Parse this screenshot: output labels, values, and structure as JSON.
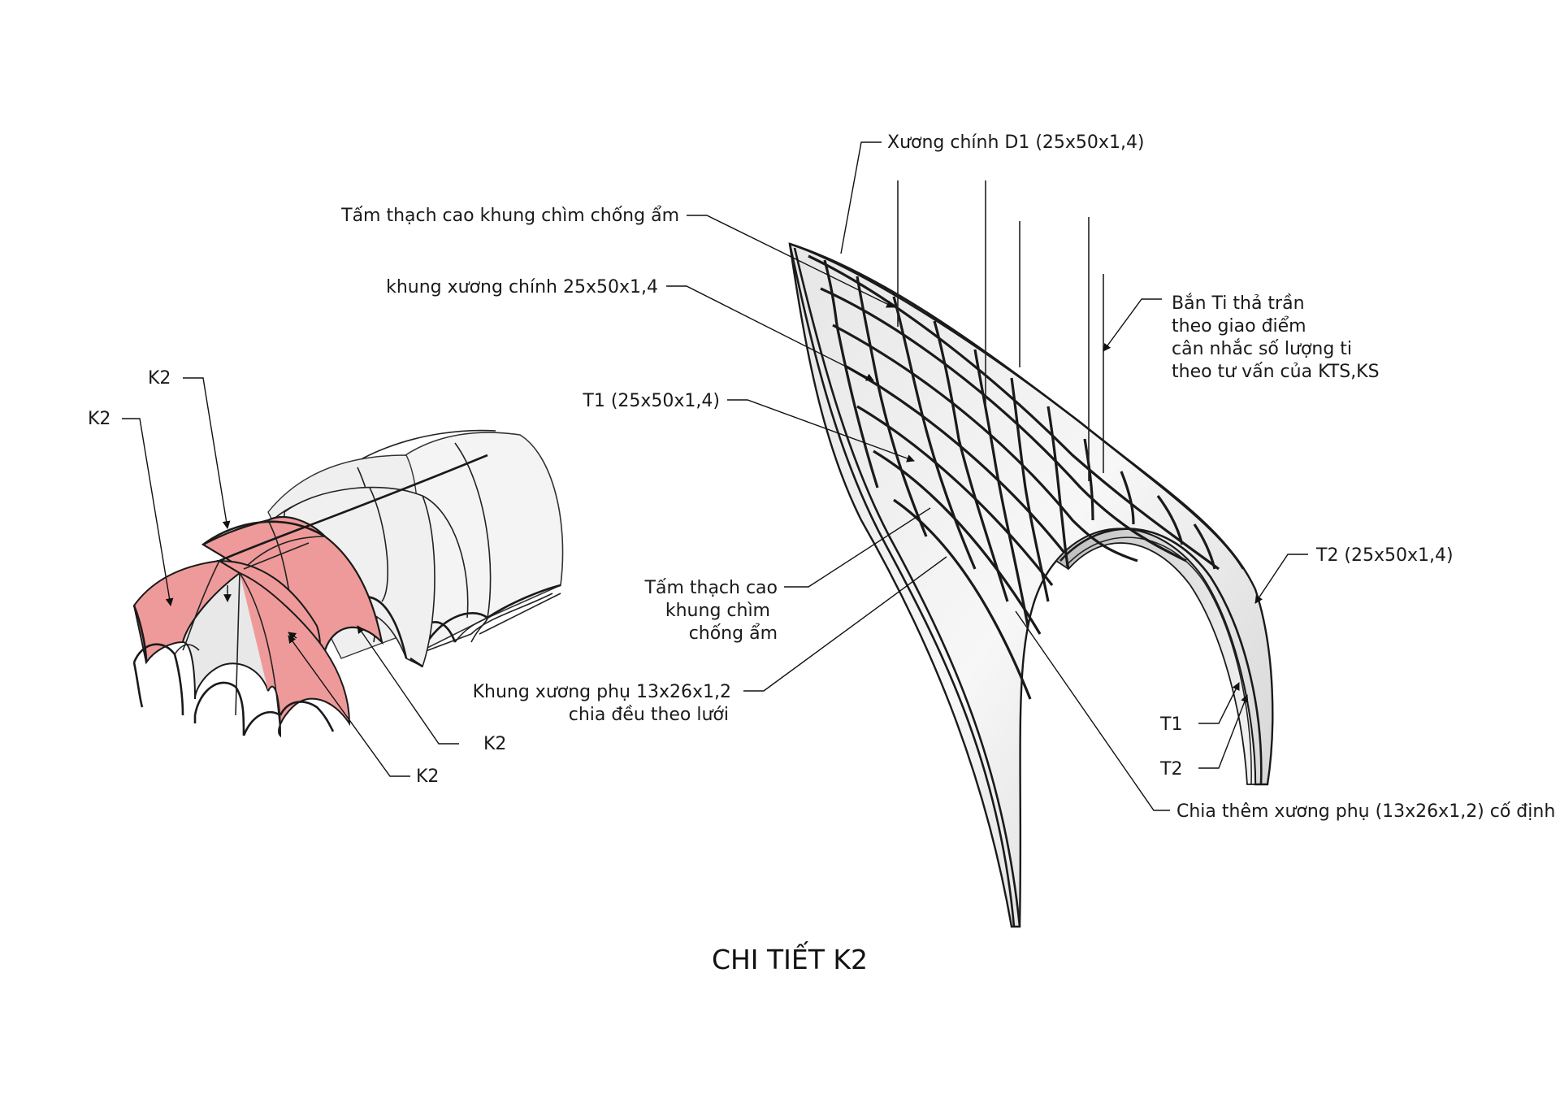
{
  "title": "CHI TIẾT K2",
  "colors": {
    "highlight": "#ef9a9a",
    "highlight_dark": "#d98080",
    "shell_light": "#f3f3f3",
    "shell_mid": "#d9d9d9",
    "frame": "#1a1a1a"
  },
  "left_labels": {
    "k2_a": "K2",
    "k2_b": "K2",
    "k2_c": "K2",
    "k2_d": "K2"
  },
  "right_labels": {
    "main_frame_d1": "Xương chính D1 (25x50x1,4)",
    "gypsum_board_top": "Tấm thạch cao khung chìm chống ẩm",
    "main_frame": "khung xương chính 25x50x1,4",
    "t1_spec": "T1 (25x50x1,4)",
    "hanger_line1": "Bắn Ti thả trần",
    "hanger_line2": "theo giao điểm",
    "hanger_line3": "cân nhắc số lượng ti",
    "hanger_line4": "theo tư vấn của KTS,KS",
    "gypsum_line1": "Tấm thạch cao",
    "gypsum_line2": "khung chìm",
    "gypsum_line3": "chống ẩm",
    "sub_frame_line1": "Khung xương phụ 13x26x1,2",
    "sub_frame_line2": "chia đều theo lưới",
    "t2_spec": "T2 (25x50x1,4)",
    "t1": "T1",
    "t2": "T2",
    "extra_sub_frame": "Chia thêm xương phụ (13x26x1,2) cố định"
  }
}
